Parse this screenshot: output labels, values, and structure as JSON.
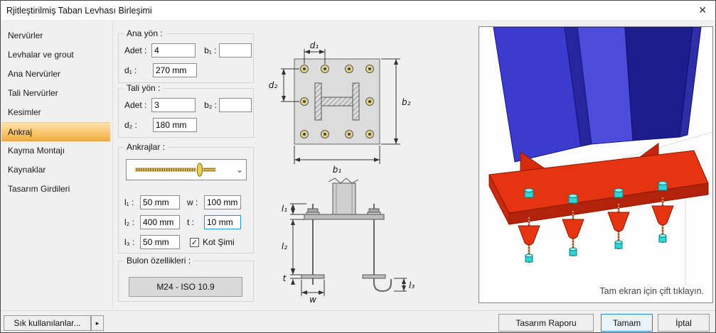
{
  "window": {
    "title": "Rjitleştirilmiş Taban Levhası Birleşimi",
    "close_glyph": "✕"
  },
  "sidebar": {
    "items": [
      "Nervürler",
      "Levhalar ve grout",
      "Ana Nervürler",
      "Tali Nervürler",
      "Kesimler",
      "Ankraj",
      "Kayma Montajı",
      "Kaynaklar",
      "Tasarım Girdileri"
    ],
    "selected": "Ankraj",
    "favorites_label": "Sık kullanılanlar...",
    "favorites_arrow": "▸"
  },
  "groups": {
    "ana_yon": {
      "title": "Ana yön :",
      "adet_label": "Adet :",
      "adet_value": "4",
      "b1_label": "b₁ :",
      "b1_value": "",
      "d1_label": "d₁ :",
      "d1_value": "270 mm"
    },
    "tali_yon": {
      "title": "Tali yön :",
      "adet_label": "Adet :",
      "adet_value": "3",
      "b2_label": "b₂ :",
      "b2_value": "",
      "d2_label": "d₂ :",
      "d2_value": "180 mm"
    },
    "ankrajlar": {
      "title": "Ankrajlar :",
      "combo_chevron": "⌄",
      "l1_label": "l₁ :",
      "l1_value": "50 mm",
      "w_label": "w :",
      "w_value": "100 mm",
      "l2_label": "l₂ :",
      "l2_value": "400 mm",
      "t_label": "t :",
      "t_value": "10 mm",
      "l3_label": "l₃ :",
      "l3_value": "50 mm",
      "kot_simi_label": "Kot Şimi",
      "kot_simi_checked": true,
      "check_glyph": "✓"
    },
    "bulon": {
      "title": "Bulon özellikleri :",
      "button_label": "M24 - ISO 10.9"
    }
  },
  "diagrams": {
    "top_view": {
      "d1": "d₁",
      "d2": "d₂",
      "b1": "b₁",
      "b2": "b₂"
    },
    "side_view": {
      "l1": "l₁",
      "l2": "l₂",
      "l3": "l₃",
      "t": "t",
      "w": "w"
    }
  },
  "preview": {
    "hint": "Tam ekran için çift tıklayın.",
    "column_color": "#3b3bd0",
    "plate_color": "#e63312",
    "nut_color": "#2fd6d6"
  },
  "footer": {
    "report_button": "Tasarım Raporu",
    "ok_button": "Tamam",
    "cancel_button": "İptal"
  }
}
